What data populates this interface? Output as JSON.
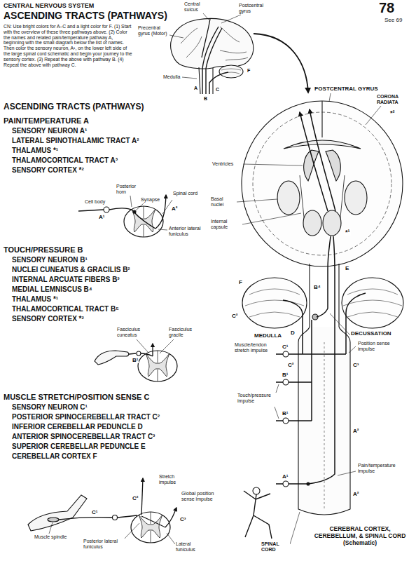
{
  "diagram": {
    "title": "ASCENDING TRACTS (PATHWAYS)",
    "caption": "CEREBRAL CORTEX, CEREBELLUM, & SPINAL CORD (Schematic)",
    "labels": [
      "CENTRAL NERVOUS SYSTEM",
      "78",
      "See 69",
      "CN: Use bright colors for A–C and a light color for F. (1) Start with the overview of these three pathways above. (2) Color the names and related pain/temperature pathway A, beginning with the small diagram below the list of names. Then color the sensory neuron, A¹, on the lower left side of the large spinal cord schematic and begin your journey to the sensory cortex. (3) Repeat the above with pathway B. (4) Repeat the above with pathway C.",
      "Central sulcus",
      "Postcentral gyrus",
      "Precentral gyrus (Motor)",
      "Medulla",
      "A",
      "B",
      "C",
      "F",
      "ASCENDING TRACTS (PATHWAYS)",
      "PAIN/TEMPERATURE A",
      "SENSORY NEURON A¹",
      "LATERAL SPINOTHALAMIC TRACT A²",
      "THALAMUS *¹",
      "THALAMOCORTICAL TRACT A³",
      "SENSORY CORTEX *²",
      "Cell body",
      "Posterior horn",
      "Synapse",
      "Spinal cord",
      "A¹",
      "A²",
      "Anterior lateral funiculus",
      "TOUCH/PRESSURE B",
      "SENSORY NEURON B¹",
      "NUCLEI CUNEATUS & GRACILIS B²",
      "INTERNAL ARCUATE FIBERS B³",
      "MEDIAL LEMNISCUS B⁴",
      "THALAMUS *¹",
      "THALAMOCORTICAL TRACT B⁵",
      "SENSORY CORTEX *²",
      "Fasciculus cuneatus",
      "Fasciculus gracile",
      "B¹",
      "MUSCLE STRETCH/POSITION SENSE C",
      "SENSORY NEURON C¹",
      "POSTERIOR SPINOCEREBELLAR TRACT C²",
      "INFERIOR CEREBELLAR PEDUNCLE D",
      "ANTERIOR SPINOCEREBELLAR TRACT C³",
      "SUPERIOR CEREBELLAR PEDUNCLE E",
      "CEREBELLAR CORTEX F",
      "Stretch impulse",
      "Muscle spindle",
      "Global position sense impulse",
      "Posterior lateral funiculus",
      "Lateral funiculus",
      "C¹",
      "C²",
      "C³",
      "POSTCENTRAL GYRUS",
      "CORONA RADIATA",
      "*²",
      "Ventricles",
      "Basal nuclei",
      "Internal capsule",
      "*¹",
      "MEDULLA",
      "DECUSSATION",
      "Muscle/tendon stretch impulse",
      "Position sense impulse",
      "Touch/pressure impulse",
      "Pain/temperature impulse",
      "SPINAL CORD",
      "F",
      "C²",
      "D",
      "E",
      "C¹",
      "C²",
      "C³",
      "B¹",
      "B¹",
      "A¹",
      "A²",
      "A²",
      "B⁴"
    ]
  }
}
